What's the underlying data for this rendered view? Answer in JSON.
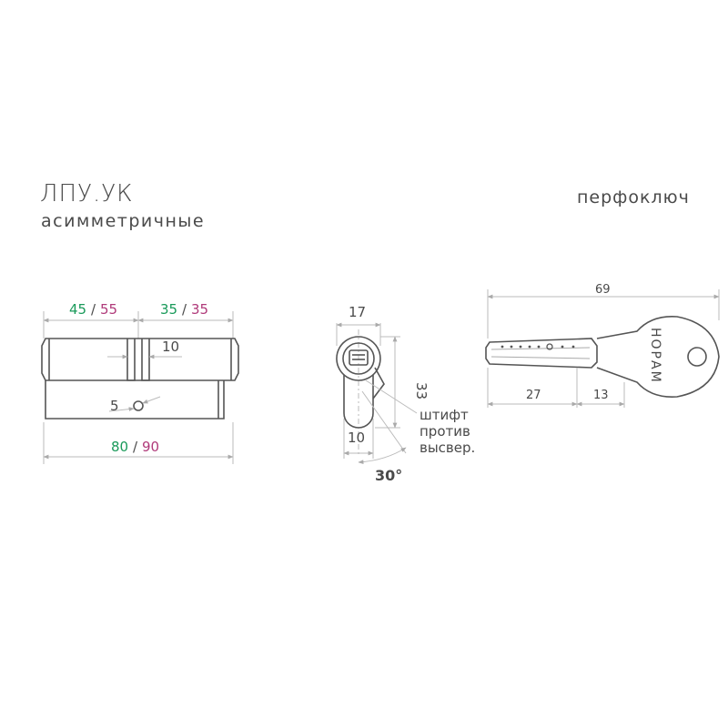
{
  "title": "ЛПУ.УК",
  "subtitle": "асимметричные",
  "key_label": "перфоключ",
  "cylinder": {
    "left_dim_a": "45",
    "left_dim_b": "55",
    "right_dim_a": "35",
    "right_dim_b": "35",
    "slot_dim": "10",
    "hole_dim": "5",
    "total_a": "80",
    "total_b": "90",
    "separator": "/"
  },
  "profile": {
    "width_dim": "17",
    "height_dim": "33",
    "bottom_dim": "10",
    "angle": "30°",
    "pin_note_line1": "штифт",
    "pin_note_line2": "против",
    "pin_note_line3": "высвер."
  },
  "key": {
    "total_dim": "69",
    "blade_dim": "27",
    "head_dim": "13",
    "brand": "НОРАМ"
  },
  "colors": {
    "accent_green": "#1a9a5a",
    "accent_magenta": "#b03a7a",
    "line": "#555555"
  }
}
